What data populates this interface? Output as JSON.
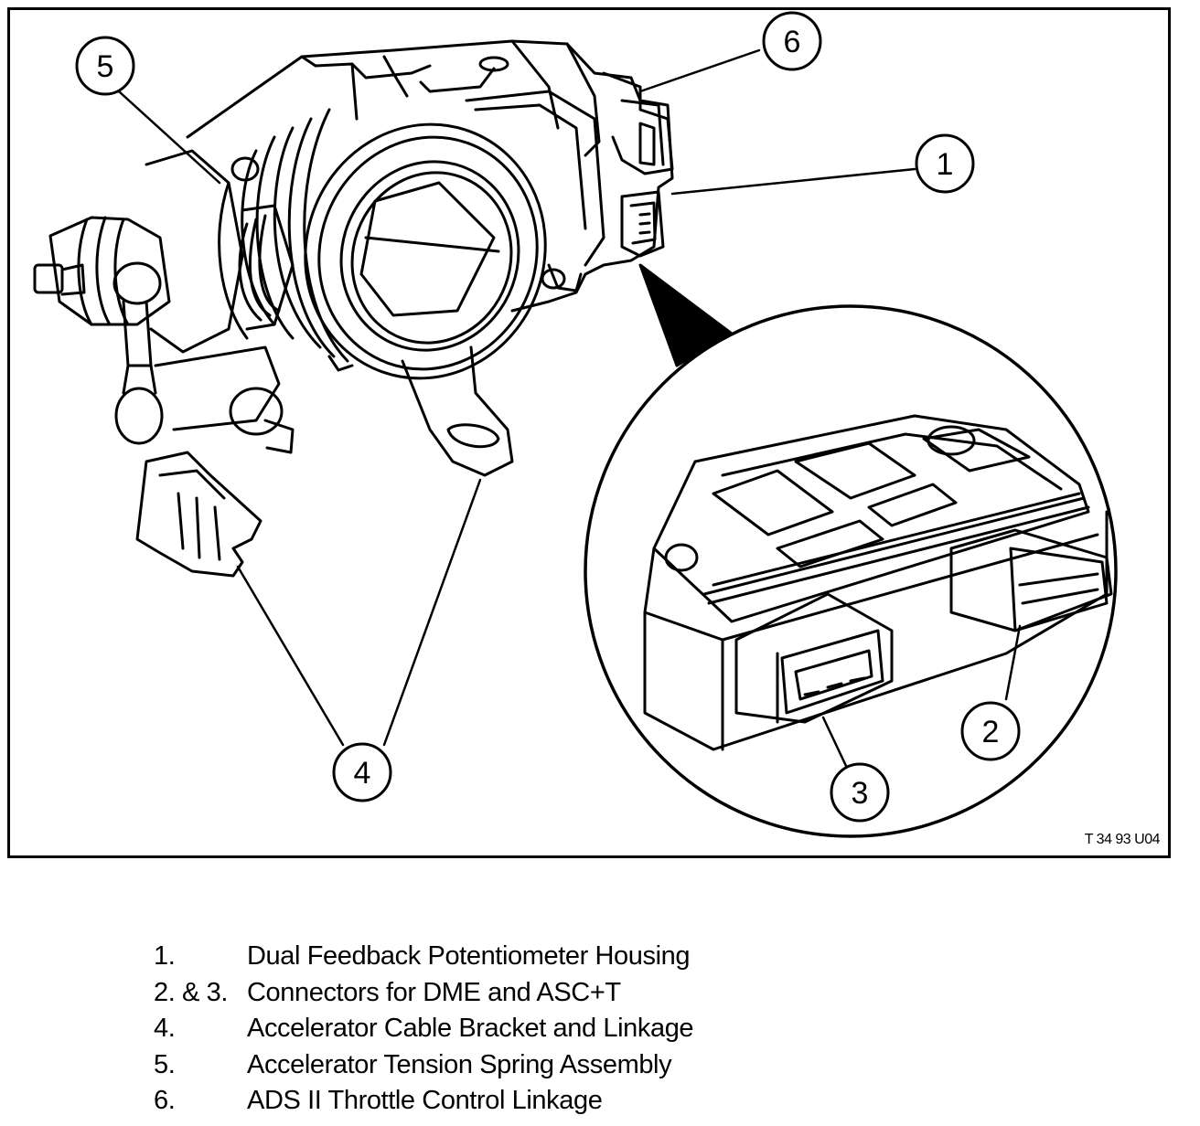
{
  "figure": {
    "code": "T 34 93 U04",
    "callouts": [
      "1",
      "2",
      "3",
      "4",
      "5",
      "6"
    ]
  },
  "legend": [
    {
      "num": "1.",
      "text": "Dual Feedback Potentiometer Housing"
    },
    {
      "num": "2. & 3.",
      "text": "Connectors for DME and ASC+T"
    },
    {
      "num": "4.",
      "text": "Accelerator Cable Bracket and Linkage"
    },
    {
      "num": "5.",
      "text": "Accelerator Tension Spring Assembly"
    },
    {
      "num": "6.",
      "text": "ADS II Throttle Control Linkage"
    }
  ],
  "colors": {
    "ink": "#000000",
    "paper": "#ffffff"
  }
}
